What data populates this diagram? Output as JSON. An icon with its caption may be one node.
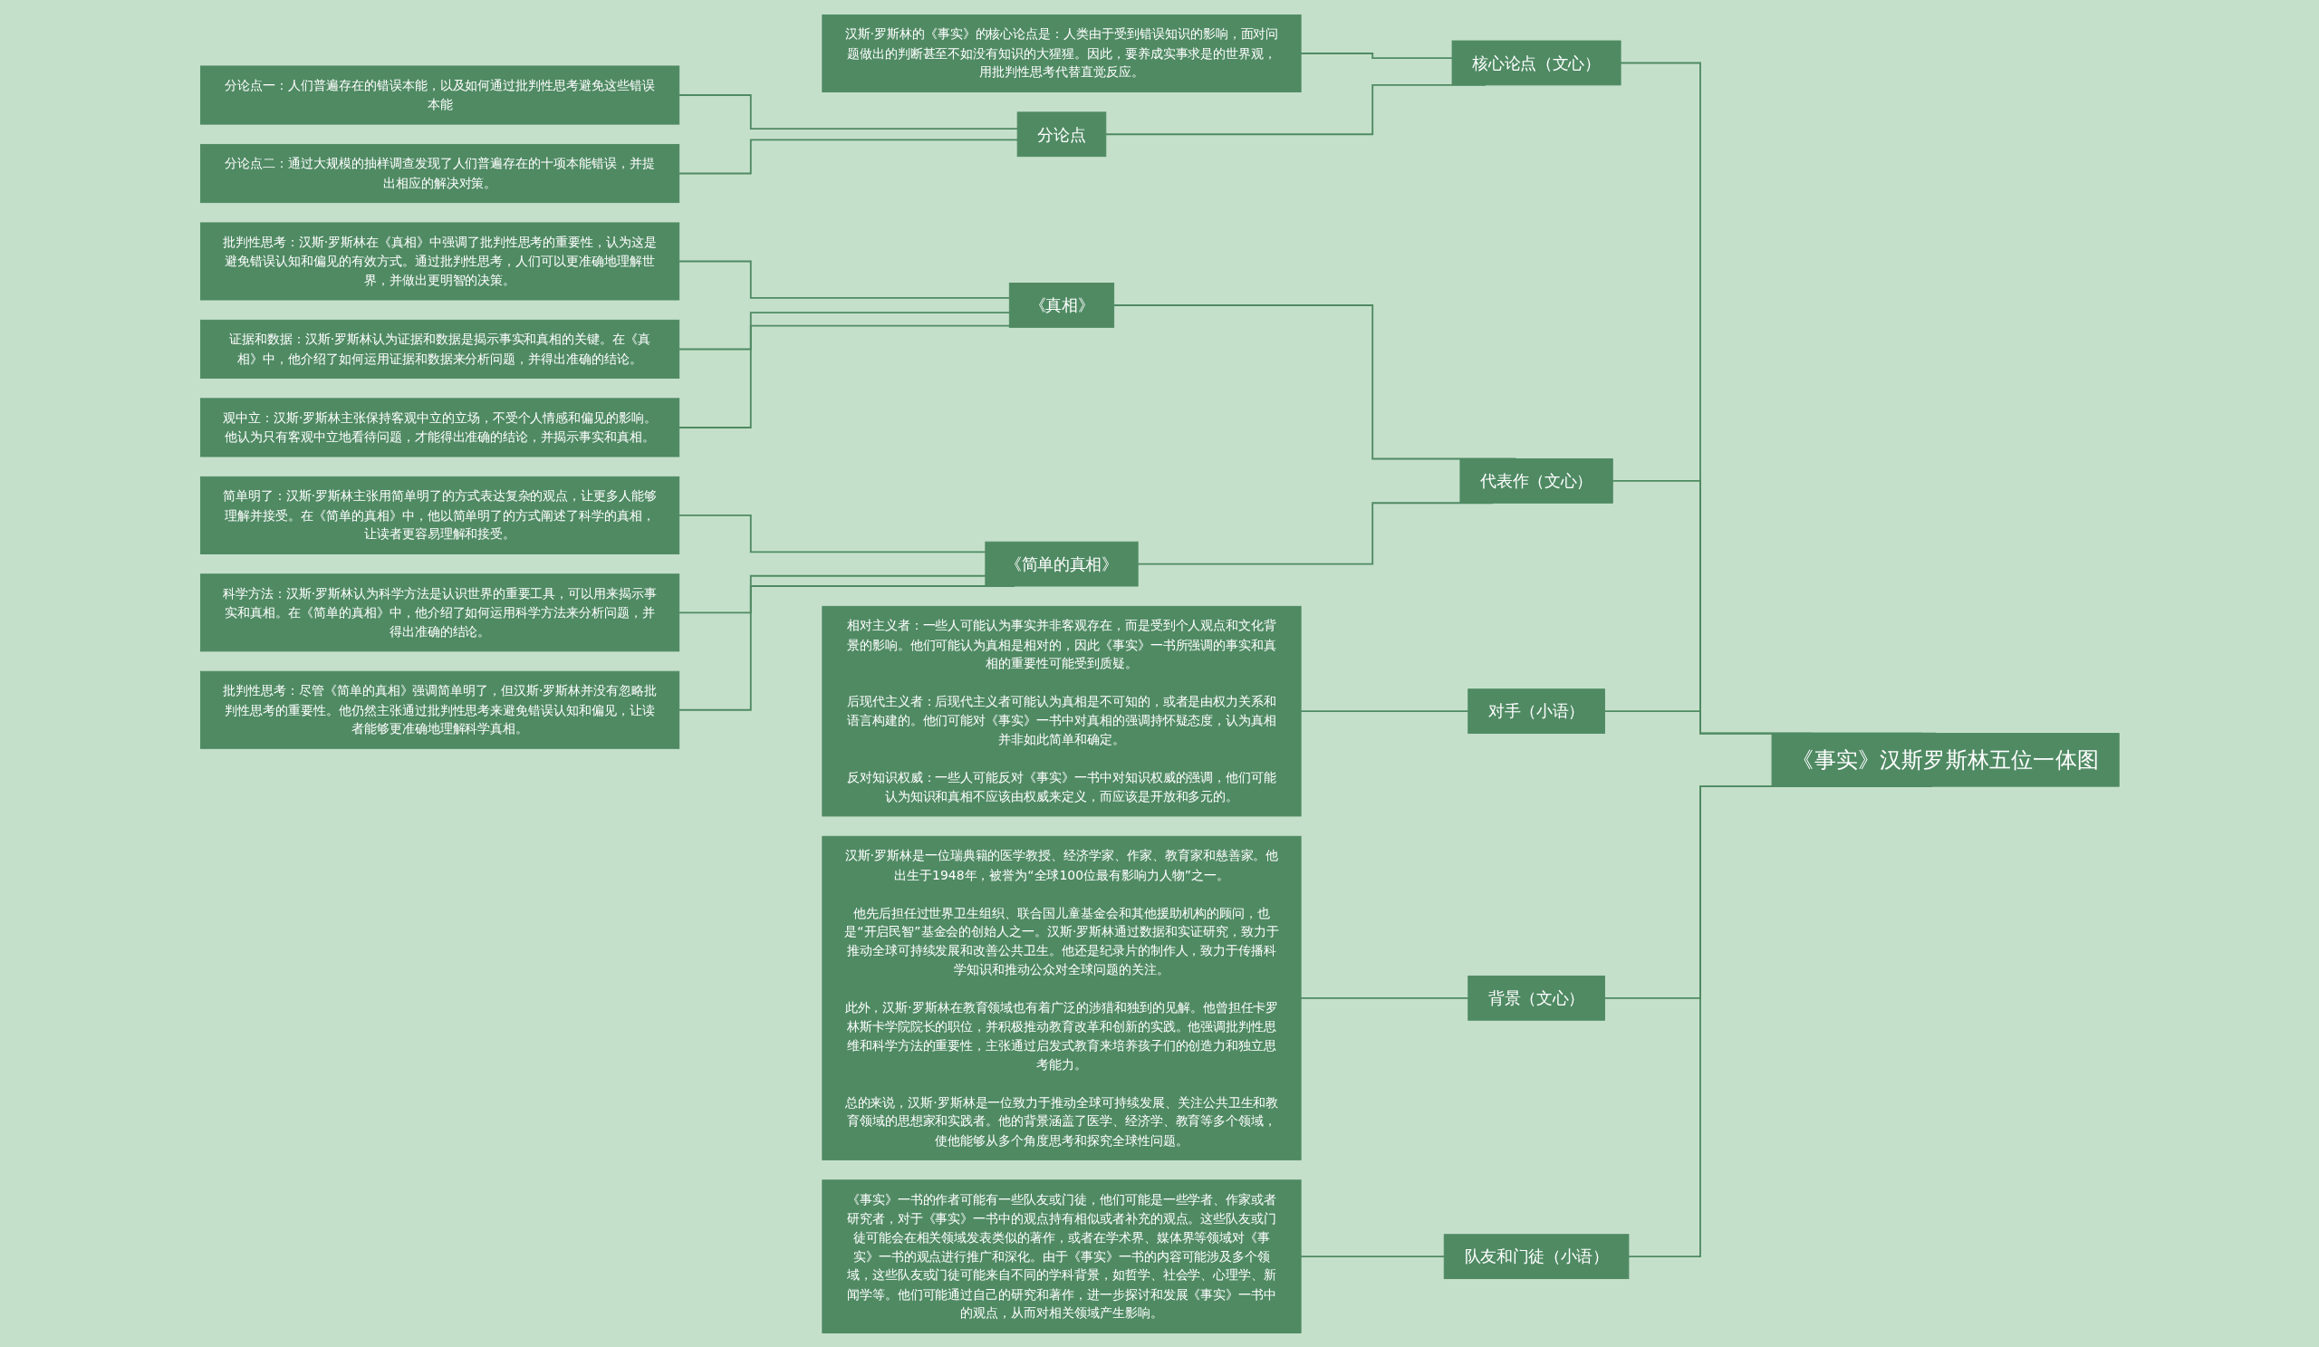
{
  "diagram": {
    "nodes": [
      {
        "text": [
          "《事实》汉斯罗斯林五位一体图"
        ]
      },
      {
        "text": [
          "核心论点（文心）"
        ]
      },
      {
        "text": [
          "汉斯·罗斯林的《事实》的核心论点是：人类由于受到错误知识的影响，面对问题做出的判断甚至不如没有知识的大猩猩。因此，要养成实事求是的世界观，用批判性思考代替直觉反应。"
        ]
      },
      {
        "text": [
          "分论点"
        ]
      },
      {
        "text": [
          "分论点一：人们普遍存在的错误本能，以及如何通过批判性思考避免这些错误本能"
        ]
      },
      {
        "text": [
          "分论点二：通过大规模的抽样调查发现了人们普遍存在的十项本能错误，并提出相应的解决对策。"
        ]
      },
      {
        "text": [
          "代表作（文心）"
        ]
      },
      {
        "text": [
          "《真相》"
        ]
      },
      {
        "text": [
          "批判性思考：汉斯·罗斯林在《真相》中强调了批判性思考的重要性，认为这是避免错误认知和偏见的有效方式。通过批判性思考，人们可以更准确地理解世界，并做出更明智的决策。"
        ]
      },
      {
        "text": [
          "证据和数据：汉斯·罗斯林认为证据和数据是揭示事实和真相的关键。在《真相》中，他介绍了如何运用证据和数据来分析问题，并得出准确的结论。"
        ]
      },
      {
        "text": [
          "观中立：汉斯·罗斯林主张保持客观中立的立场，不受个人情感和偏见的影响。他认为只有客观中立地看待问题，才能得出准确的结论，并揭示事实和真相。"
        ]
      },
      {
        "text": [
          "《简单的真相》"
        ]
      },
      {
        "text": [
          "简单明了：汉斯·罗斯林主张用简单明了的方式表达复杂的观点，让更多人能够理解并接受。在《简单的真相》中，他以简单明了的方式阐述了科学的真相，让读者更容易理解和接受。"
        ]
      },
      {
        "text": [
          "科学方法：汉斯·罗斯林认为科学方法是认识世界的重要工具，可以用来揭示事实和真相。在《简单的真相》中，他介绍了如何运用科学方法来分析问题，并得出准确的结论。"
        ]
      },
      {
        "text": [
          "批判性思考：尽管《简单的真相》强调简单明了，但汉斯·罗斯林并没有忽略批判性思考的重要性。他仍然主张通过批判性思考来避免错误认知和偏见，让读者能够更准确地理解科学真相。"
        ]
      },
      {
        "text": [
          "对手（小语）"
        ]
      },
      {
        "text": [
          "相对主义者：一些人可能认为事实并非客观存在，而是受到个人观点和文化背景的影响。他们可能认为真相是相对的，因此《事实》一书所强调的事实和真相的重要性可能受到质疑。",
          "后现代主义者：后现代主义者可能认为真相是不可知的，或者是由权力关系和语言构建的。他们可能对《事实》一书中对真相的强调持怀疑态度，认为真相并非如此简单和确定。",
          "反对知识权威：一些人可能反对《事实》一书中对知识权威的强调，他们可能认为知识和真相不应该由权威来定义，而应该是开放和多元的。"
        ]
      },
      {
        "text": [
          "背景（文心）"
        ]
      },
      {
        "text": [
          "汉斯·罗斯林是一位瑞典籍的医学教授、经济学家、作家、教育家和慈善家。他出生于1948年，被誉为“全球100位最有影响力人物”之一。",
          "他先后担任过世界卫生组织、联合国儿童基金会和其他援助机构的顾问，也是“开启民智”基金会的创始人之一。汉斯·罗斯林通过数据和实证研究，致力于推动全球可持续发展和改善公共卫生。他还是纪录片的制作人，致力于传播科学知识和推动公众对全球问题的关注。",
          "此外，汉斯·罗斯林在教育领域也有着广泛的涉猎和独到的见解。他曾担任卡罗林斯卡学院院长的职位，并积极推动教育改革和创新的实践。他强调批判性思维和科学方法的重要性，主张通过启发式教育来培养孩子们的创造力和独立思考能力。",
          "总的来说，汉斯·罗斯林是一位致力于推动全球可持续发展、关注公共卫生和教育领域的思想家和实践者。他的背景涵盖了医学、经济学、教育等多个领域，使他能够从多个角度思考和探究全球性问题。"
        ]
      },
      {
        "text": [
          "队友和门徒（小语）"
        ]
      },
      {
        "text": [
          "《事实》一书的作者可能有一些队友或门徒，他们可能是一些学者、作家或者研究者，对于《事实》一书中的观点持有相似或者补充的观点。这些队友或门徒可能会在相关领域发表类似的著作，或者在学术界、媒体界等领域对《事实》一书的观点进行推广和深化。由于《事实》一书的内容可能涉及多个领域，这些队友或门徒可能来自不同的学科背景，如哲学、社会学、心理学、新闻学等。他们可能通过自己的研究和著作，进一步探讨和发展《事实》一书中的观点，从而对相关领域产生影响。"
        ]
      }
    ],
    "edges": [
      {
        "from": 0,
        "to": 1,
        "arrow": "none"
      },
      {
        "from": 1,
        "to": 2,
        "arrow": "none"
      },
      {
        "from": 1,
        "to": 3,
        "arrow": "none"
      },
      {
        "from": 3,
        "to": 4,
        "arrow": "none"
      },
      {
        "from": 3,
        "to": 5,
        "arrow": "none"
      },
      {
        "from": 0,
        "to": 6,
        "arrow": "none"
      },
      {
        "from": 6,
        "to": 7,
        "arrow": "none"
      },
      {
        "from": 7,
        "to": 8,
        "arrow": "none"
      },
      {
        "from": 7,
        "to": 9,
        "arrow": "none"
      },
      {
        "from": 7,
        "to": 10,
        "arrow": "none"
      },
      {
        "from": 6,
        "to": 11,
        "arrow": "none"
      },
      {
        "from": 11,
        "to": 12,
        "arrow": "none"
      },
      {
        "from": 11,
        "to": 13,
        "arrow": "none"
      },
      {
        "from": 11,
        "to": 14,
        "arrow": "none"
      },
      {
        "from": 0,
        "to": 15,
        "arrow": "none"
      },
      {
        "from": 15,
        "to": 16,
        "arrow": "none"
      },
      {
        "from": 0,
        "to": 17,
        "arrow": "none"
      },
      {
        "from": 17,
        "to": 18,
        "arrow": "none"
      },
      {
        "from": 0,
        "to": 19,
        "arrow": "none"
      },
      {
        "from": 19,
        "to": 20,
        "arrow": "none"
      }
    ]
  }
}
